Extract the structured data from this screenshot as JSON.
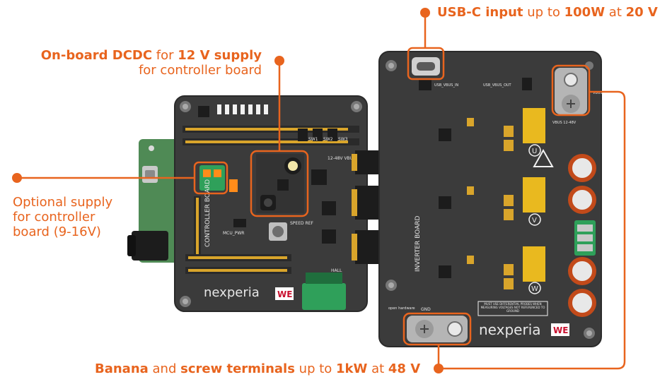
{
  "colors": {
    "accent": "#e8641e",
    "pcb": "#3b3b3b",
    "pcb_dark": "#2a2a2a",
    "gold": "#d9a52b",
    "white": "#ffffff",
    "green_pcb": "#4f8a55",
    "terminal_green": "#2fa05a",
    "chip": "#1c1c1c"
  },
  "callouts": {
    "usbc": {
      "b1": "USB-C input",
      "t1": " up to ",
      "b2": "100W",
      "t2": " at ",
      "b3": "20 V"
    },
    "dcdc": {
      "b1": "On-board DCDC",
      "t1": " for ",
      "b2": "12 V supply",
      "line2": "for controller board"
    },
    "optional": {
      "line1": "Optional supply",
      "line2": "for controller",
      "line3": "board (9-16V)"
    },
    "banana": {
      "b1": "Banana",
      "t1": " and ",
      "b2": "screw terminals",
      "t2": " up to ",
      "b3": "1kW",
      "t3": " at ",
      "b4": "48 V"
    }
  },
  "controller_board": {
    "brand": "nexperia",
    "logo": "WE",
    "side_label": "CONTROLLER BOARD",
    "switch_labels": [
      "SW1",
      "SW2",
      "SW3"
    ],
    "vbus_label": "12-48V VBUS",
    "hall_label": "HALL",
    "mcu_label": "MCU_PWR",
    "speed_label": "SPEED REF"
  },
  "inverter_board": {
    "brand": "nexperia",
    "logo": "WE",
    "side_label": "INVERTER BOARD",
    "phase_labels": [
      "U",
      "V",
      "W"
    ],
    "usb_vbus_in": "USB_VBUS_IN",
    "usb_vbus_out": "USB_VBUS_OUT",
    "vbus_label": "VBUS 12-48V",
    "warning_text": "MUST USE DIFFERENTIAL PROBES WHEN MEASURING VOLTAGES NOT REFERENCED TO GROUND",
    "gnd_label": "GND",
    "vbus_side": "VBUS",
    "open_hardware": "open hardware"
  }
}
